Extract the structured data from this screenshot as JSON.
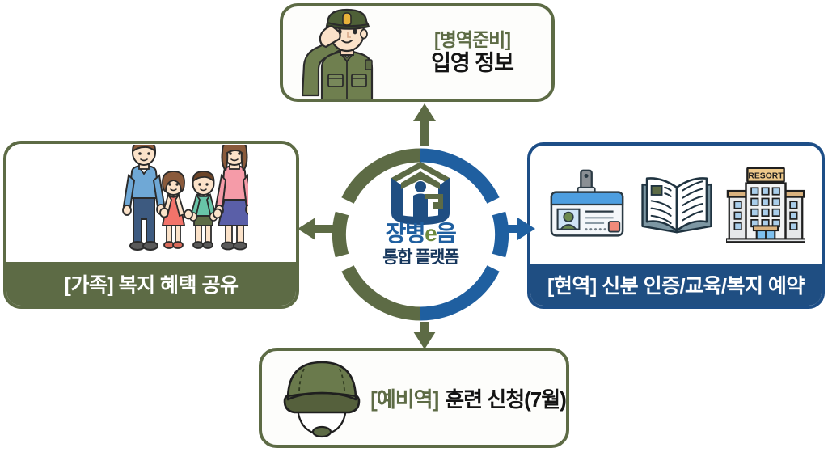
{
  "diagram": {
    "title": "장병e음 통합 플랫폼",
    "type": "hub-and-spoke",
    "center": {
      "name": "center-hub",
      "brand_line1": "장병e음",
      "brand_line1_parts": {
        "pre": "장병",
        "accent": "e",
        "post": "음"
      },
      "brand_line2": "통합 플랫폼",
      "logo_icon": "cube-emblem-icon",
      "ring_colors": {
        "olive": "#5d6b45",
        "blue": "#1f5fa0"
      }
    },
    "nodes": [
      {
        "id": "top",
        "position": "top",
        "name": "card-enlistment-info",
        "tag": "[병역준비]",
        "title": "입영 정보",
        "tag_color": "#5d6b45",
        "title_color": "#141414",
        "border_color": "#5d6b45",
        "icon": "saluting-soldier-icon",
        "arrow": {
          "direction": "up",
          "color": "#5d6b45"
        }
      },
      {
        "id": "left",
        "position": "left",
        "name": "card-family-welfare",
        "label": "[가족] 복지 혜택 공유",
        "label_bg": "#5d6b45",
        "label_color": "#ffffff",
        "border_color": "#5d6b45",
        "icon": "family-of-four-icon",
        "arrow": {
          "direction": "left",
          "color": "#5d6b45"
        }
      },
      {
        "id": "right",
        "position": "right",
        "name": "card-active-duty-services",
        "label": "[현역] 신분 인증/교육/복지 예약",
        "label_bg": "#1f4e82",
        "label_color": "#ffffff",
        "border_color": "#1d4e87",
        "icons": [
          "id-card-icon",
          "open-book-icon",
          "resort-building-icon"
        ],
        "resort_sign_text": "RESORT",
        "arrow": {
          "direction": "right",
          "color": "#1f5fa0"
        }
      },
      {
        "id": "bottom",
        "position": "bottom",
        "name": "card-reserve-training",
        "tag": "[예비역]",
        "title": "훈련 신청(7월)",
        "tag_color": "#5d6b45",
        "title_color": "#141414",
        "border_color": "#5d6b45",
        "icon": "combat-helmet-icon",
        "arrow": {
          "direction": "down",
          "color": "#5d6b45"
        }
      }
    ]
  }
}
